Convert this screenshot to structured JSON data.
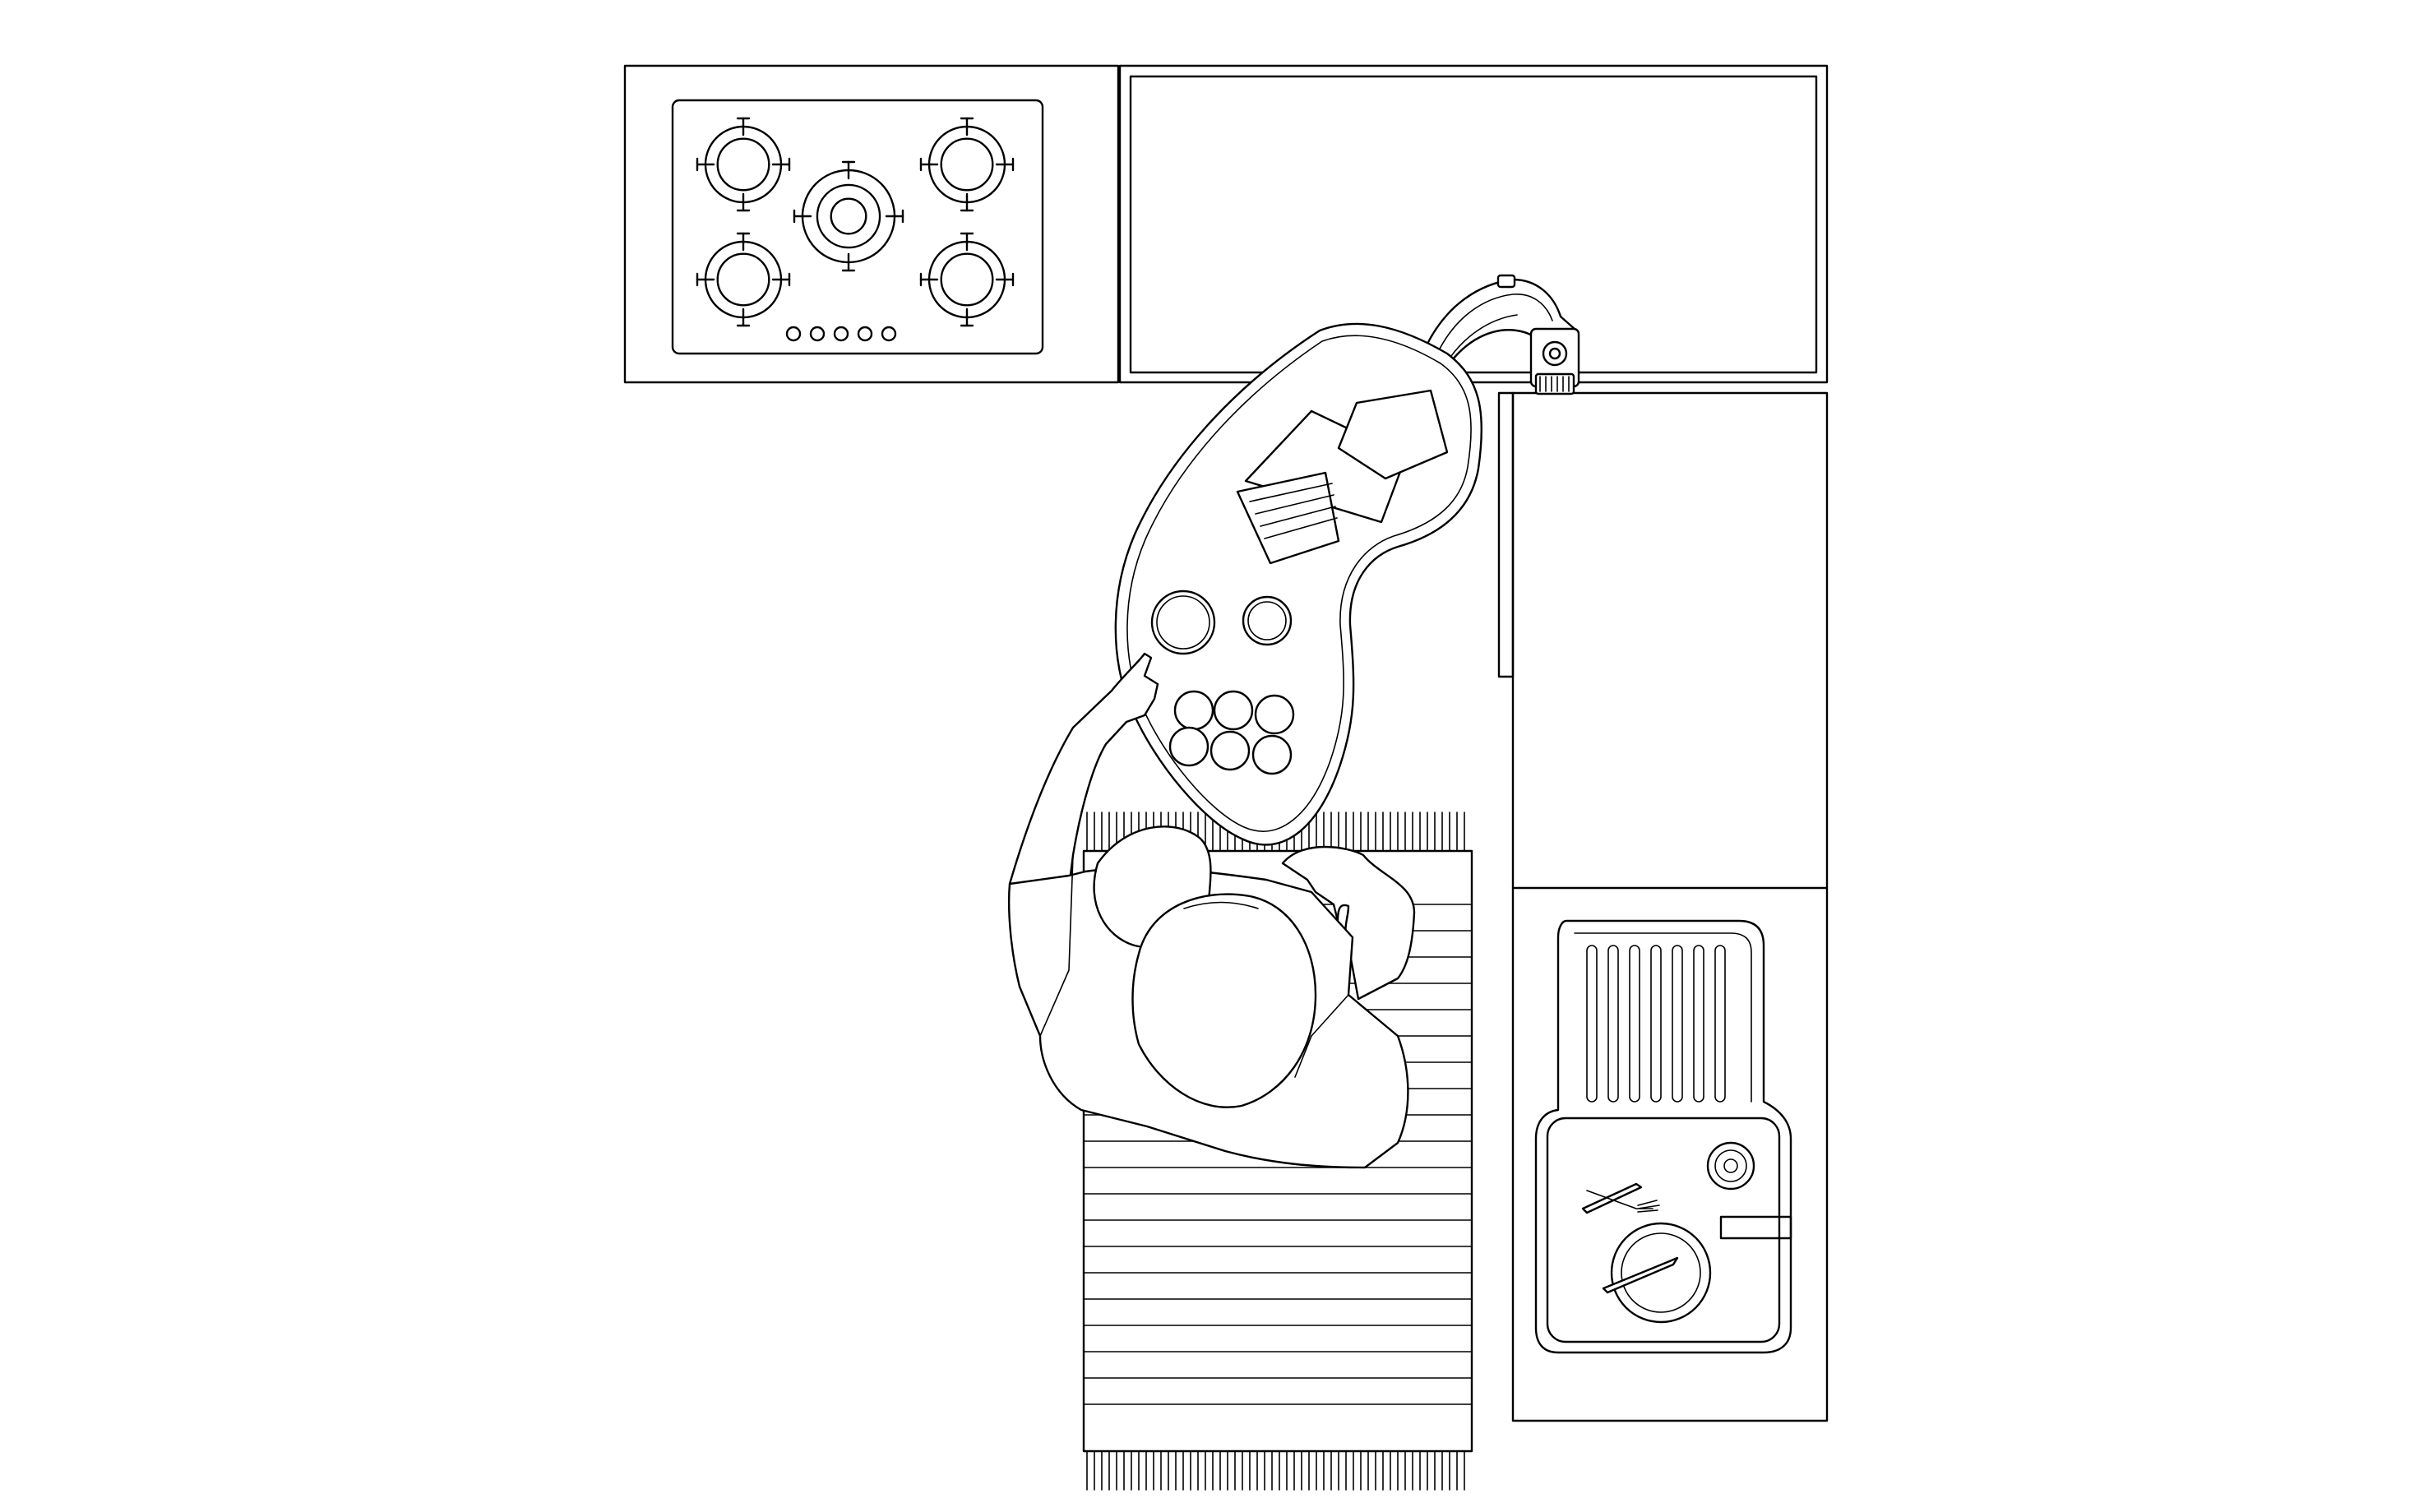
{
  "scene": {
    "kind": "top-view line drawing",
    "colors": {
      "line": "#000000",
      "background": "#ffffff"
    }
  },
  "stove": {
    "burner_count": 5,
    "knob_count": 5
  },
  "counter_upper": {},
  "counter_right": {},
  "robot_arm": {},
  "tray": {
    "large_cups": 2,
    "small_cups": 6,
    "boxes": 3
  },
  "person": {},
  "rug": {
    "stripes": 20
  },
  "sink": {
    "ribs": 7,
    "utensils": [
      "knife-fork",
      "plate-knife"
    ]
  }
}
